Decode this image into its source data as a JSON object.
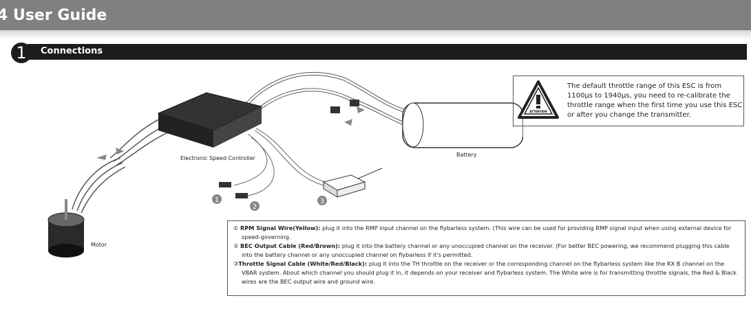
{
  "header": {
    "title": "4 User Guide"
  },
  "section": {
    "number": "1",
    "title": "Connections"
  },
  "diagram": {
    "esc_label": "Electronic Speed Controller",
    "battery_label": "Battery",
    "motor_label": "Motor",
    "markers": [
      "1",
      "2",
      "3"
    ]
  },
  "attention": {
    "icon_text": "ATTENTION",
    "text": "The default throttle range of this ESC is from 1100μs to 1940μs, you need to re-calibrate the throttle range when the first time you use this ESC or after you change the transmitter."
  },
  "notes": [
    {
      "marker": "①",
      "title": "RPM Signal Wire(Yellow):",
      "text": " plug it into the RMP input channel on the flybarless system. (This wire can be used for providing RMP signal input when using external device for speed-governing."
    },
    {
      "marker": "②",
      "title": "BEC Output Cable (Red/Brown):",
      "text": " plug it into the battery channel or any unoccupied channel on the receiver. (For better BEC powering, we recommend plugging this cable into the battery channel or any unoccupied channel on flybarless if it's permitted."
    },
    {
      "marker": "③",
      "title": "Throttle Signal Cable (White/Red/Black):",
      "text": " plug it into the TH throttle on the receiver or the corresponding channel on the flybarless system like the RX B channel on the VBAR system. About which channel you should plug it in, it depends on your receiver and flybarless system. The White wire is for transmitting throttle signals, the Red & Black wires are the BEC output wire and ground wire."
    }
  ]
}
